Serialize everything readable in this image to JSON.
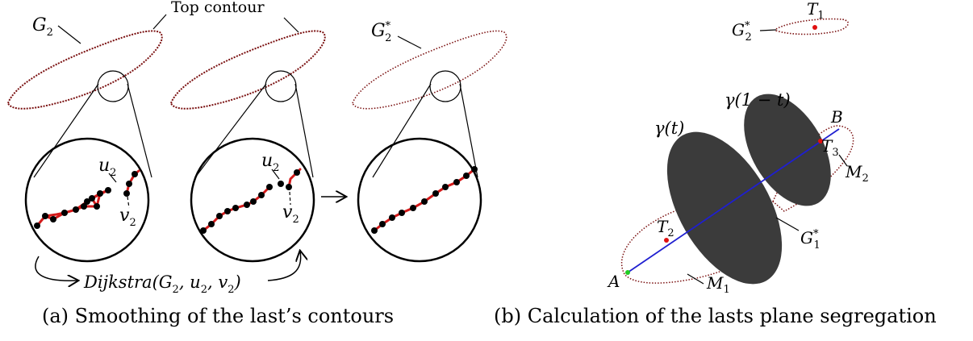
{
  "panel_a": {
    "top_contour_label": "Top contour",
    "g2": {
      "base": "G",
      "sub": "2"
    },
    "g2_star": {
      "base": "G",
      "sup": "*",
      "sub": "2"
    },
    "u2": {
      "base": "u",
      "sub": "2"
    },
    "v2": {
      "base": "v",
      "sub": "2"
    },
    "dijkstra": {
      "func": "Dijkstra",
      "open": "(G",
      "sub": "2",
      "rest": ", u",
      "sub2": "2",
      "rest2": ", v",
      "sub3": "2",
      "close": ")"
    },
    "arrow_symbol": "→",
    "caption": "(a) Smoothing of the last’s contours"
  },
  "panel_b": {
    "t1": {
      "base": "T",
      "sub": "1"
    },
    "t2": {
      "base": "T",
      "sub": "2"
    },
    "t3": {
      "base": "T",
      "sub": "3"
    },
    "g2_star": {
      "base": "G",
      "sup": "*",
      "sub": "2"
    },
    "g1_star": {
      "base": "G",
      "sup": "*",
      "sub": "1"
    },
    "m1": {
      "base": "M",
      "sub": "1"
    },
    "m2": {
      "base": "M",
      "sub": "2"
    },
    "gamma_t": "γ(t)",
    "gamma_1mt": "γ(1 − t)",
    "point_a": "A",
    "point_b": "B",
    "caption": "(b) Calculation of the lasts plane segregation"
  },
  "colors": {
    "contour": "#7a1010",
    "chain": "#d41a1a",
    "node": "#000000",
    "ellipse_fill": "#3b3b3b",
    "axis": "#1f1fd0",
    "centroid": "#e01010",
    "point_a": "#22cc22"
  }
}
